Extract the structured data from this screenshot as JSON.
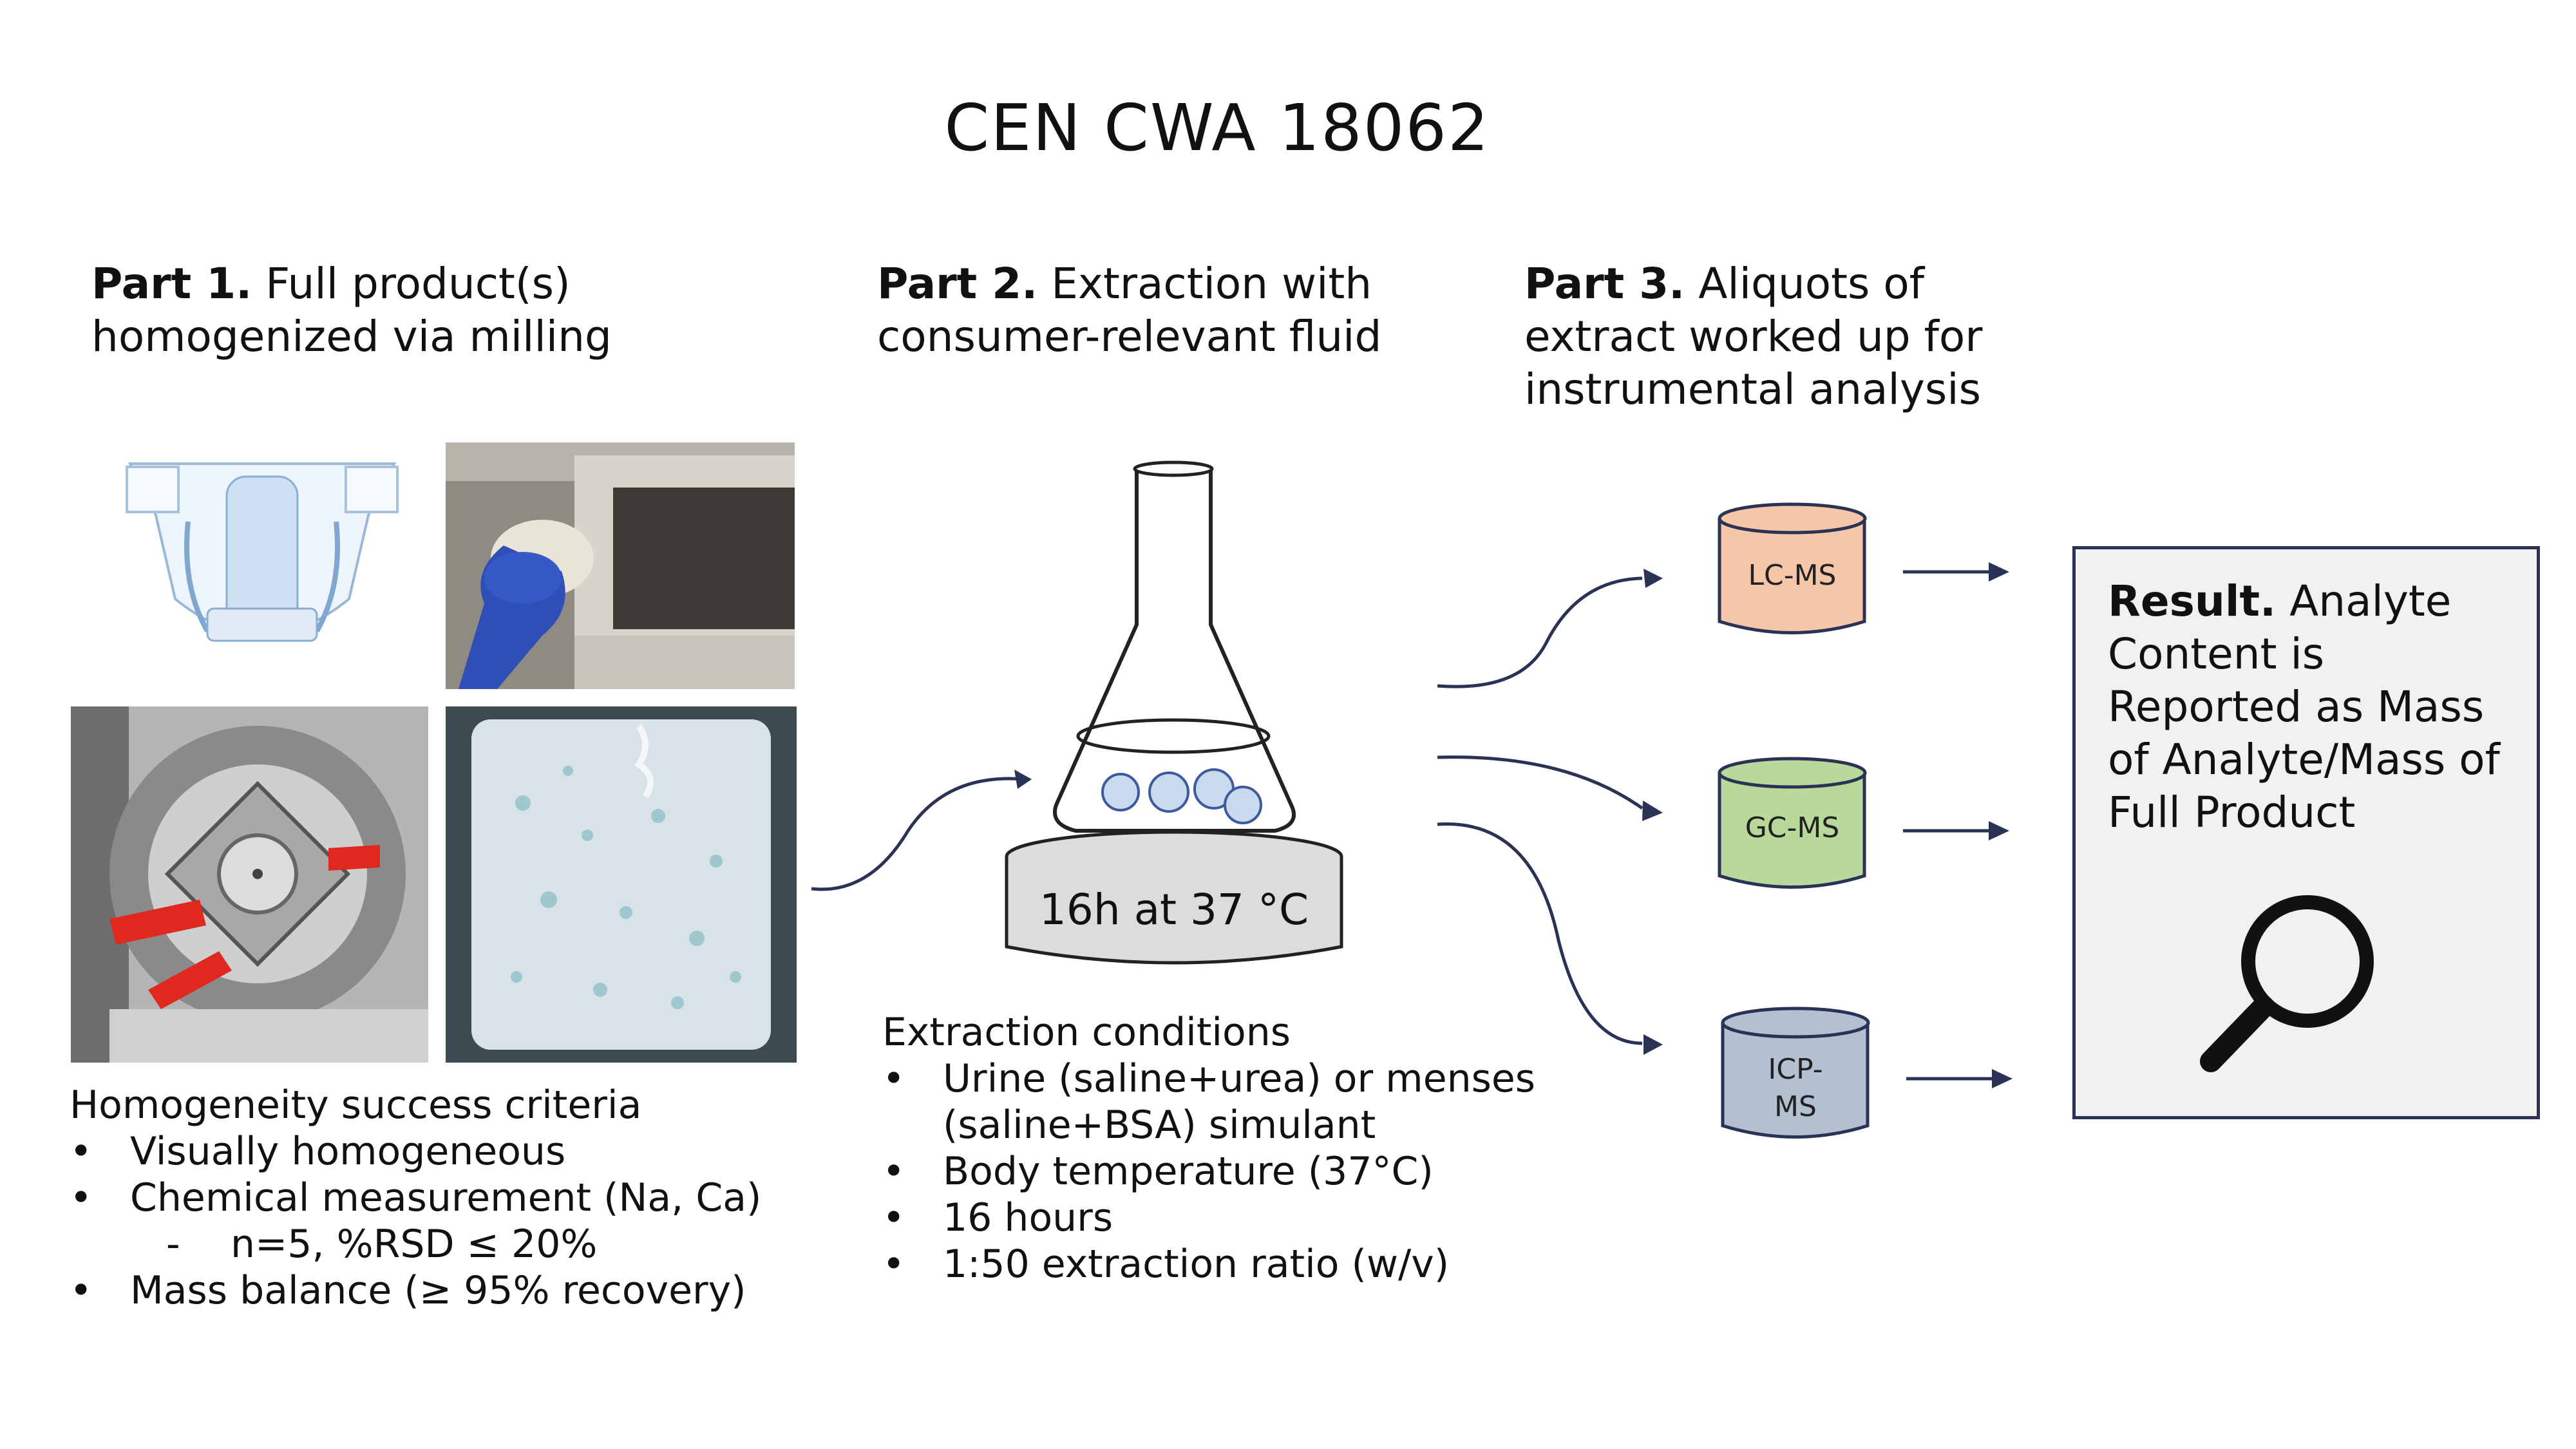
{
  "title": "CEN CWA 18062",
  "part1": {
    "label": "Part 1.",
    "text": "Full product(s) homogenized via milling"
  },
  "part2": {
    "label": "Part 2.",
    "text": "Extraction with consumer-relevant fluid"
  },
  "part3": {
    "label": "Part 3.",
    "text": "Aliquots of extract worked up for instrumental analysis"
  },
  "homogeneity": {
    "heading": "Homogeneity success criteria",
    "items": [
      "Visually homogeneous",
      "Chemical measurement (Na, Ca)",
      "n=5, %RSD ≤ 20%",
      "Mass balance (≥ 95% recovery)"
    ]
  },
  "hotplate_label": "16h at 37 °C",
  "extraction": {
    "heading": "Extraction conditions",
    "items": [
      "Urine (saline+urea) or menses",
      "(saline+BSA) simulant",
      "Body temperature (37°C)",
      "16 hours",
      "1:50 extraction ratio (w/v)"
    ]
  },
  "instruments": [
    {
      "label": "LC-MS",
      "color": "#f5c6a8"
    },
    {
      "label": "GC-MS",
      "color": "#b8d99a"
    },
    {
      "label_line1": "ICP-",
      "label_line2": "MS",
      "color": "#b3c0d2"
    }
  ],
  "result": {
    "label": "Result.",
    "text": "Analyte Content is Reported as Mass of Analyte/Mass of Full Product"
  },
  "colors": {
    "arrow": "#2a3356",
    "box_border": "#2a3356",
    "box_fill": "#f1f1f1"
  }
}
